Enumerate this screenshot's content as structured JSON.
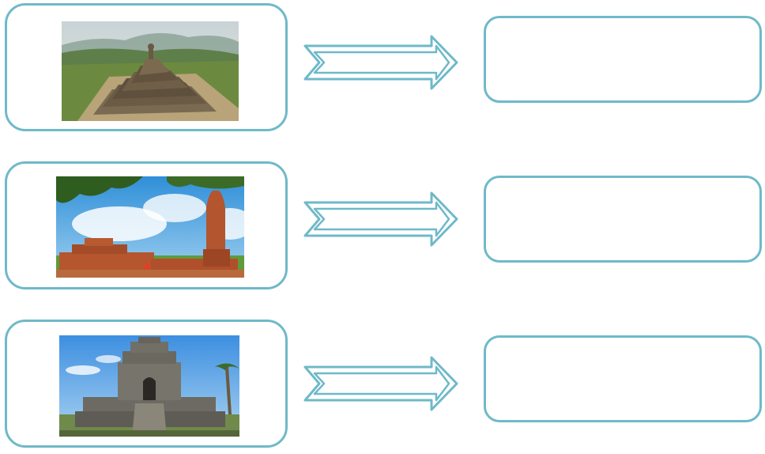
{
  "colors": {
    "frame": "#6fb9c9",
    "arrow_stroke": "#6fb9c9",
    "background": "#ffffff"
  },
  "rows": [
    {
      "photo_icon": "stepped-pyramid-temple-photo",
      "arrow_icon": "double-outline-arrow-right-icon",
      "answer": ""
    },
    {
      "photo_icon": "brick-stupa-temple-photo",
      "arrow_icon": "double-outline-arrow-right-icon",
      "answer": ""
    },
    {
      "photo_icon": "stone-shrine-temple-photo",
      "arrow_icon": "double-outline-arrow-right-icon",
      "answer": ""
    }
  ]
}
